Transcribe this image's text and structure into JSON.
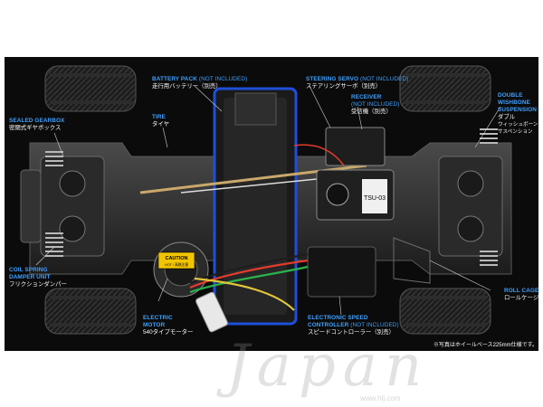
{
  "labels": {
    "battery_pack": {
      "en": "BATTERY PACK",
      "en_note": "(NOT INCLUDED)",
      "jp": "走行用バッテリー（別売）"
    },
    "steering_servo": {
      "en": "STEERING SERVO",
      "en_note": "(NOT INCLUDED)",
      "jp": "ステアリングサーボ（別売）"
    },
    "receiver": {
      "en": "RECEIVER",
      "en_note": "(NOT INCLUDED)",
      "jp": "受信機（別売）"
    },
    "double_wishbone": {
      "en1": "DOUBLE",
      "en2": "WISHBONE",
      "en3": "SUSPENSION",
      "jp1": "ダブル",
      "jp2": "ウィッシュボーン",
      "jp3": "サスペンション"
    },
    "sealed_gearbox": {
      "en": "SEALED GEARBOX",
      "jp": "密閉式ギヤボックス"
    },
    "tire": {
      "en": "TIRE",
      "jp": "タイヤ"
    },
    "coil_spring": {
      "en1": "COIL SPRING",
      "en2": "DAMPER UNIT",
      "jp": "フリクションダンパー"
    },
    "electric_motor": {
      "en1": "ELECTRIC",
      "en2": "MOTOR",
      "jp": "540タイプモーター"
    },
    "roll_cage": {
      "en": "ROLL CAGE",
      "jp": "ロールケージ"
    },
    "esc": {
      "en1": "ELECTRONIC SPEED",
      "en2": "CONTROLLER",
      "en_note": "(NOT INCLUDED)",
      "jp": "スピードコントローラー（別売）"
    }
  },
  "caution_tag": {
    "title": "CAUTION",
    "sub": "HOT / 高熱注意"
  },
  "servo_text": "TSU-03",
  "footnote": "※写真はホイールベース225mm仕様です。",
  "watermark": "Japan",
  "watermark_url": "www.hlj.com",
  "colors": {
    "background": "#0b0b0b",
    "label_blue": "#3fa0ff",
    "label_white": "#ffffff",
    "caution_yellow": "#f2c500",
    "chassis_blue": "#1f4fd8"
  }
}
